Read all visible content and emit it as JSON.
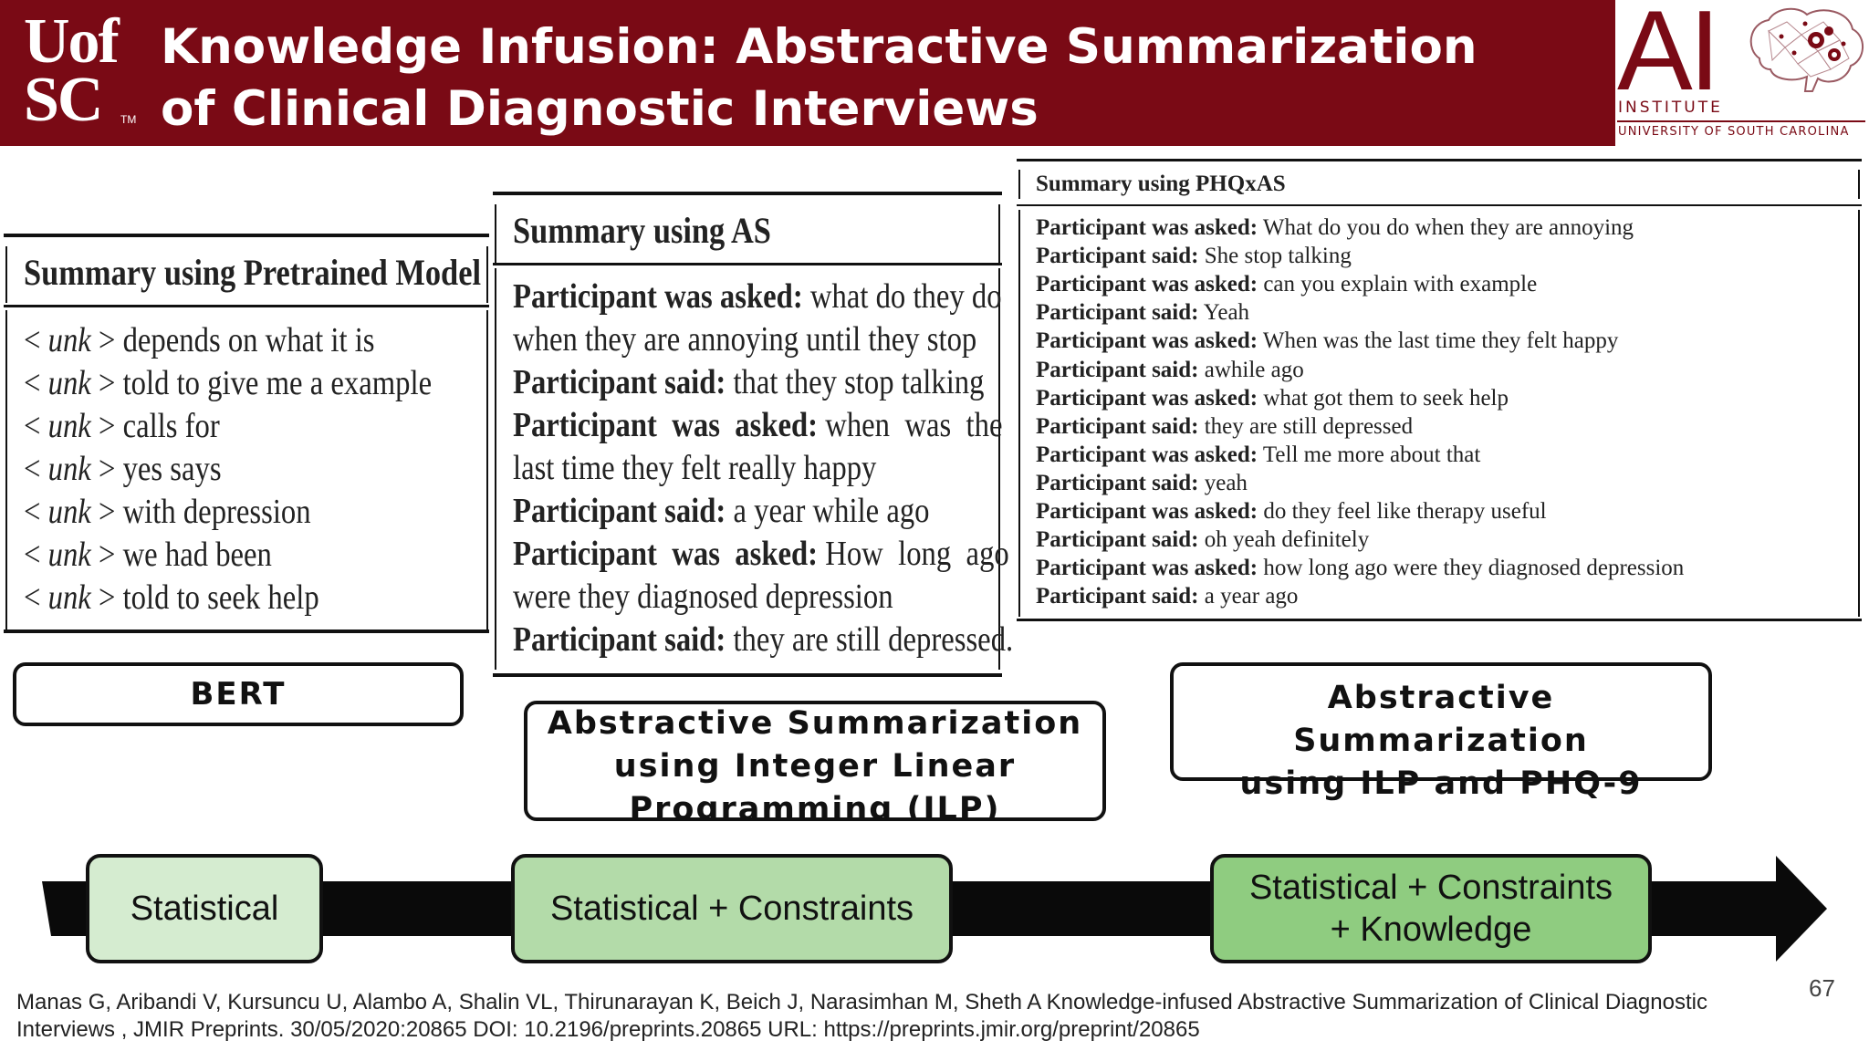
{
  "header": {
    "logo_line1": "Uof",
    "logo_line2": "SC",
    "logo_tm": "TM",
    "title_line1": "Knowledge Infusion: Abstractive Summarization",
    "title_line2": "of Clinical Diagnostic Interviews",
    "ai_logo_letters": "AI",
    "ai_logo_institute": "INSTITUTE",
    "ai_logo_university": "UNIVERSITY OF SOUTH CAROLINA"
  },
  "colors": {
    "brand_maroon": "#7a0a15",
    "stage1_fill": "#d5ecd0",
    "stage2_fill": "#b3dba9",
    "stage3_fill": "#8fcc80"
  },
  "tables": {
    "pretrained": {
      "heading": "Summary using Pretrained Model",
      "rows": [
        {
          "tag": "unk",
          "text": "depends on what it is"
        },
        {
          "tag": "unk",
          "text": "told to give me a example"
        },
        {
          "tag": "unk",
          "text": "calls for"
        },
        {
          "tag": "unk",
          "text": "yes says"
        },
        {
          "tag": "unk",
          "text": "with depression"
        },
        {
          "tag": "unk",
          "text": "we had been"
        },
        {
          "tag": "unk",
          "text": "told to seek help"
        }
      ]
    },
    "as": {
      "heading": "Summary using AS",
      "lines": [
        {
          "bold": "Participant was asked:",
          "text": "what do they do"
        },
        {
          "bold": "",
          "text": "when they are annoying until they stop"
        },
        {
          "bold": "Participant said:",
          "text": "that they stop talking"
        },
        {
          "bold": "Participant  was  asked:",
          "text": "when  was  the"
        },
        {
          "bold": "",
          "text": "last time they felt really happy"
        },
        {
          "bold": "Participant said:",
          "text": "a year while ago"
        },
        {
          "bold": "Participant  was  asked:",
          "text": "How  long  ago"
        },
        {
          "bold": "",
          "text": "were they diagnosed depression"
        },
        {
          "bold": "Participant said:",
          "text": "they are still depressed."
        }
      ]
    },
    "phqxas": {
      "heading": "Summary using PHQxAS",
      "lines": [
        {
          "bold": "Participant was asked:",
          "text": "What do you do when they are annoying"
        },
        {
          "bold": "Participant said:",
          "text": "She stop talking"
        },
        {
          "bold": "Participant was asked:",
          "text": "can you explain with example"
        },
        {
          "bold": "Participant said:",
          "text": "Yeah"
        },
        {
          "bold": "Participant was asked:",
          "text": "When was the last time they felt happy"
        },
        {
          "bold": "Participant said:",
          "text": "awhile ago"
        },
        {
          "bold": "Participant was asked:",
          "text": "what got them to seek help"
        },
        {
          "bold": "Participant said:",
          "text": "they are still depressed"
        },
        {
          "bold": "Participant was asked:",
          "text": "Tell me more about that"
        },
        {
          "bold": "Participant said:",
          "text": "yeah"
        },
        {
          "bold": "Participant was asked:",
          "text": "do they feel like therapy useful"
        },
        {
          "bold": "Participant said:",
          "text": "oh yeah definitely"
        },
        {
          "bold": "Participant was asked:",
          "text": "how long ago were they diagnosed depression"
        },
        {
          "bold": "Participant said:",
          "text": "a year ago"
        }
      ]
    }
  },
  "labels": {
    "bert": "BERT",
    "ilp_line1": "Abstractive Summarization",
    "ilp_line2": "using Integer Linear",
    "ilp_line3": "Programming (ILP)",
    "phq_line1": "Abstractive Summarization",
    "phq_line2": "using ILP and PHQ-9"
  },
  "timeline": {
    "stage1": "Statistical",
    "stage2": "Statistical + Constraints",
    "stage3_line1": "Statistical + Constraints",
    "stage3_line2": "+ Knowledge"
  },
  "citation": {
    "line1": "Manas G, Aribandi V, Kursuncu U, Alambo A, Shalin VL, Thirunarayan K, Beich J, Narasimhan M, Sheth A Knowledge-infused Abstractive Summarization of Clinical Diagnostic",
    "line2": "Interviews ,  JMIR Preprints. 30/05/2020:20865 DOI: 10.2196/preprints.20865    URL: https://preprints.jmir.org/preprint/20865"
  },
  "page_number": "67"
}
